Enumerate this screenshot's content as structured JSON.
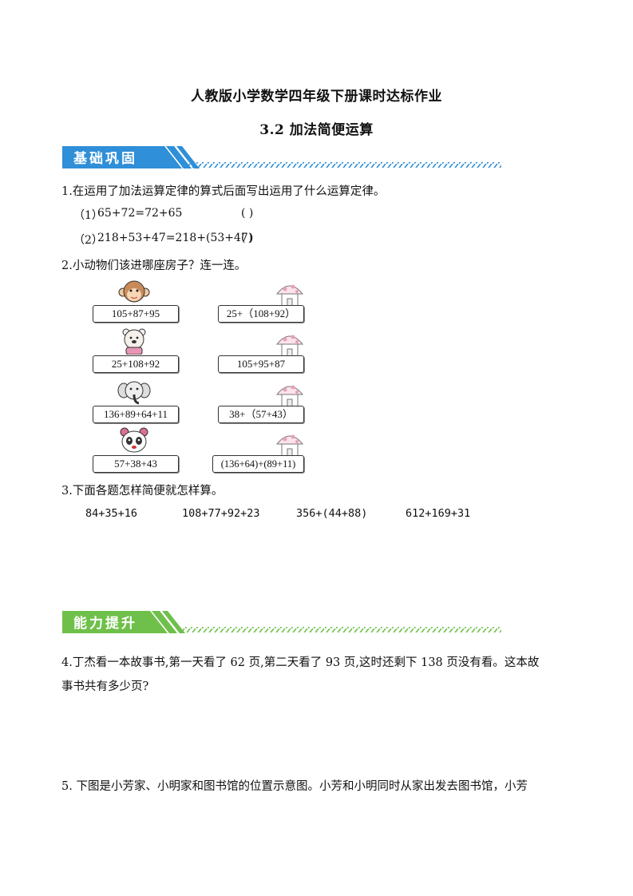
{
  "header": {
    "title": "人教版小学数学四年级下册课时达标作业",
    "subtitle": "3.2  加法简便运算"
  },
  "sections": {
    "basic": "基础巩固",
    "advanced": "能力提升"
  },
  "q1": {
    "text": "1.在运用了加法运算定律的算式后面写出运用了什么运算定律。",
    "items": [
      {
        "label": "（1）",
        "expr": "65+72=72+65",
        "paren": "(            )"
      },
      {
        "label": "（2）",
        "expr": "218+53+47=218+(53+47)",
        "paren": "(            )"
      }
    ]
  },
  "q2": {
    "text": "2.小动物们该进哪座房子？连一连。",
    "animals": [
      "monkey-icon",
      "bear-icon",
      "elephant-icon",
      "panda-icon"
    ],
    "left": [
      "105+87+95",
      "25+108+92",
      "136+89+64+11",
      "57+38+43"
    ],
    "right": [
      "25+（108+92）",
      "105+95+87",
      "38+（57+43）",
      "(136+64)+(89+11)"
    ]
  },
  "q3": {
    "text": "3.下面各题怎样简便就怎样算。",
    "problems": [
      "84+35+16",
      "108+77+92+23",
      "356+(44+88)",
      "612+169+31"
    ]
  },
  "q4": {
    "line1": "4.丁杰看一本故事书,第一天看了 62 页,第二天看了 93 页,这时还剩下 138 页没有看。这本故",
    "line2": "事书共有多少页?"
  },
  "q5": {
    "text": "5. 下图是小芳家、小明家和图书馆的位置示意图。小芳和小明同时从家出发去图书馆，小芳"
  },
  "colors": {
    "banner_blue": "#2f8fd8",
    "banner_green": "#6fc04a",
    "house_pink": "#e8a0b8"
  }
}
